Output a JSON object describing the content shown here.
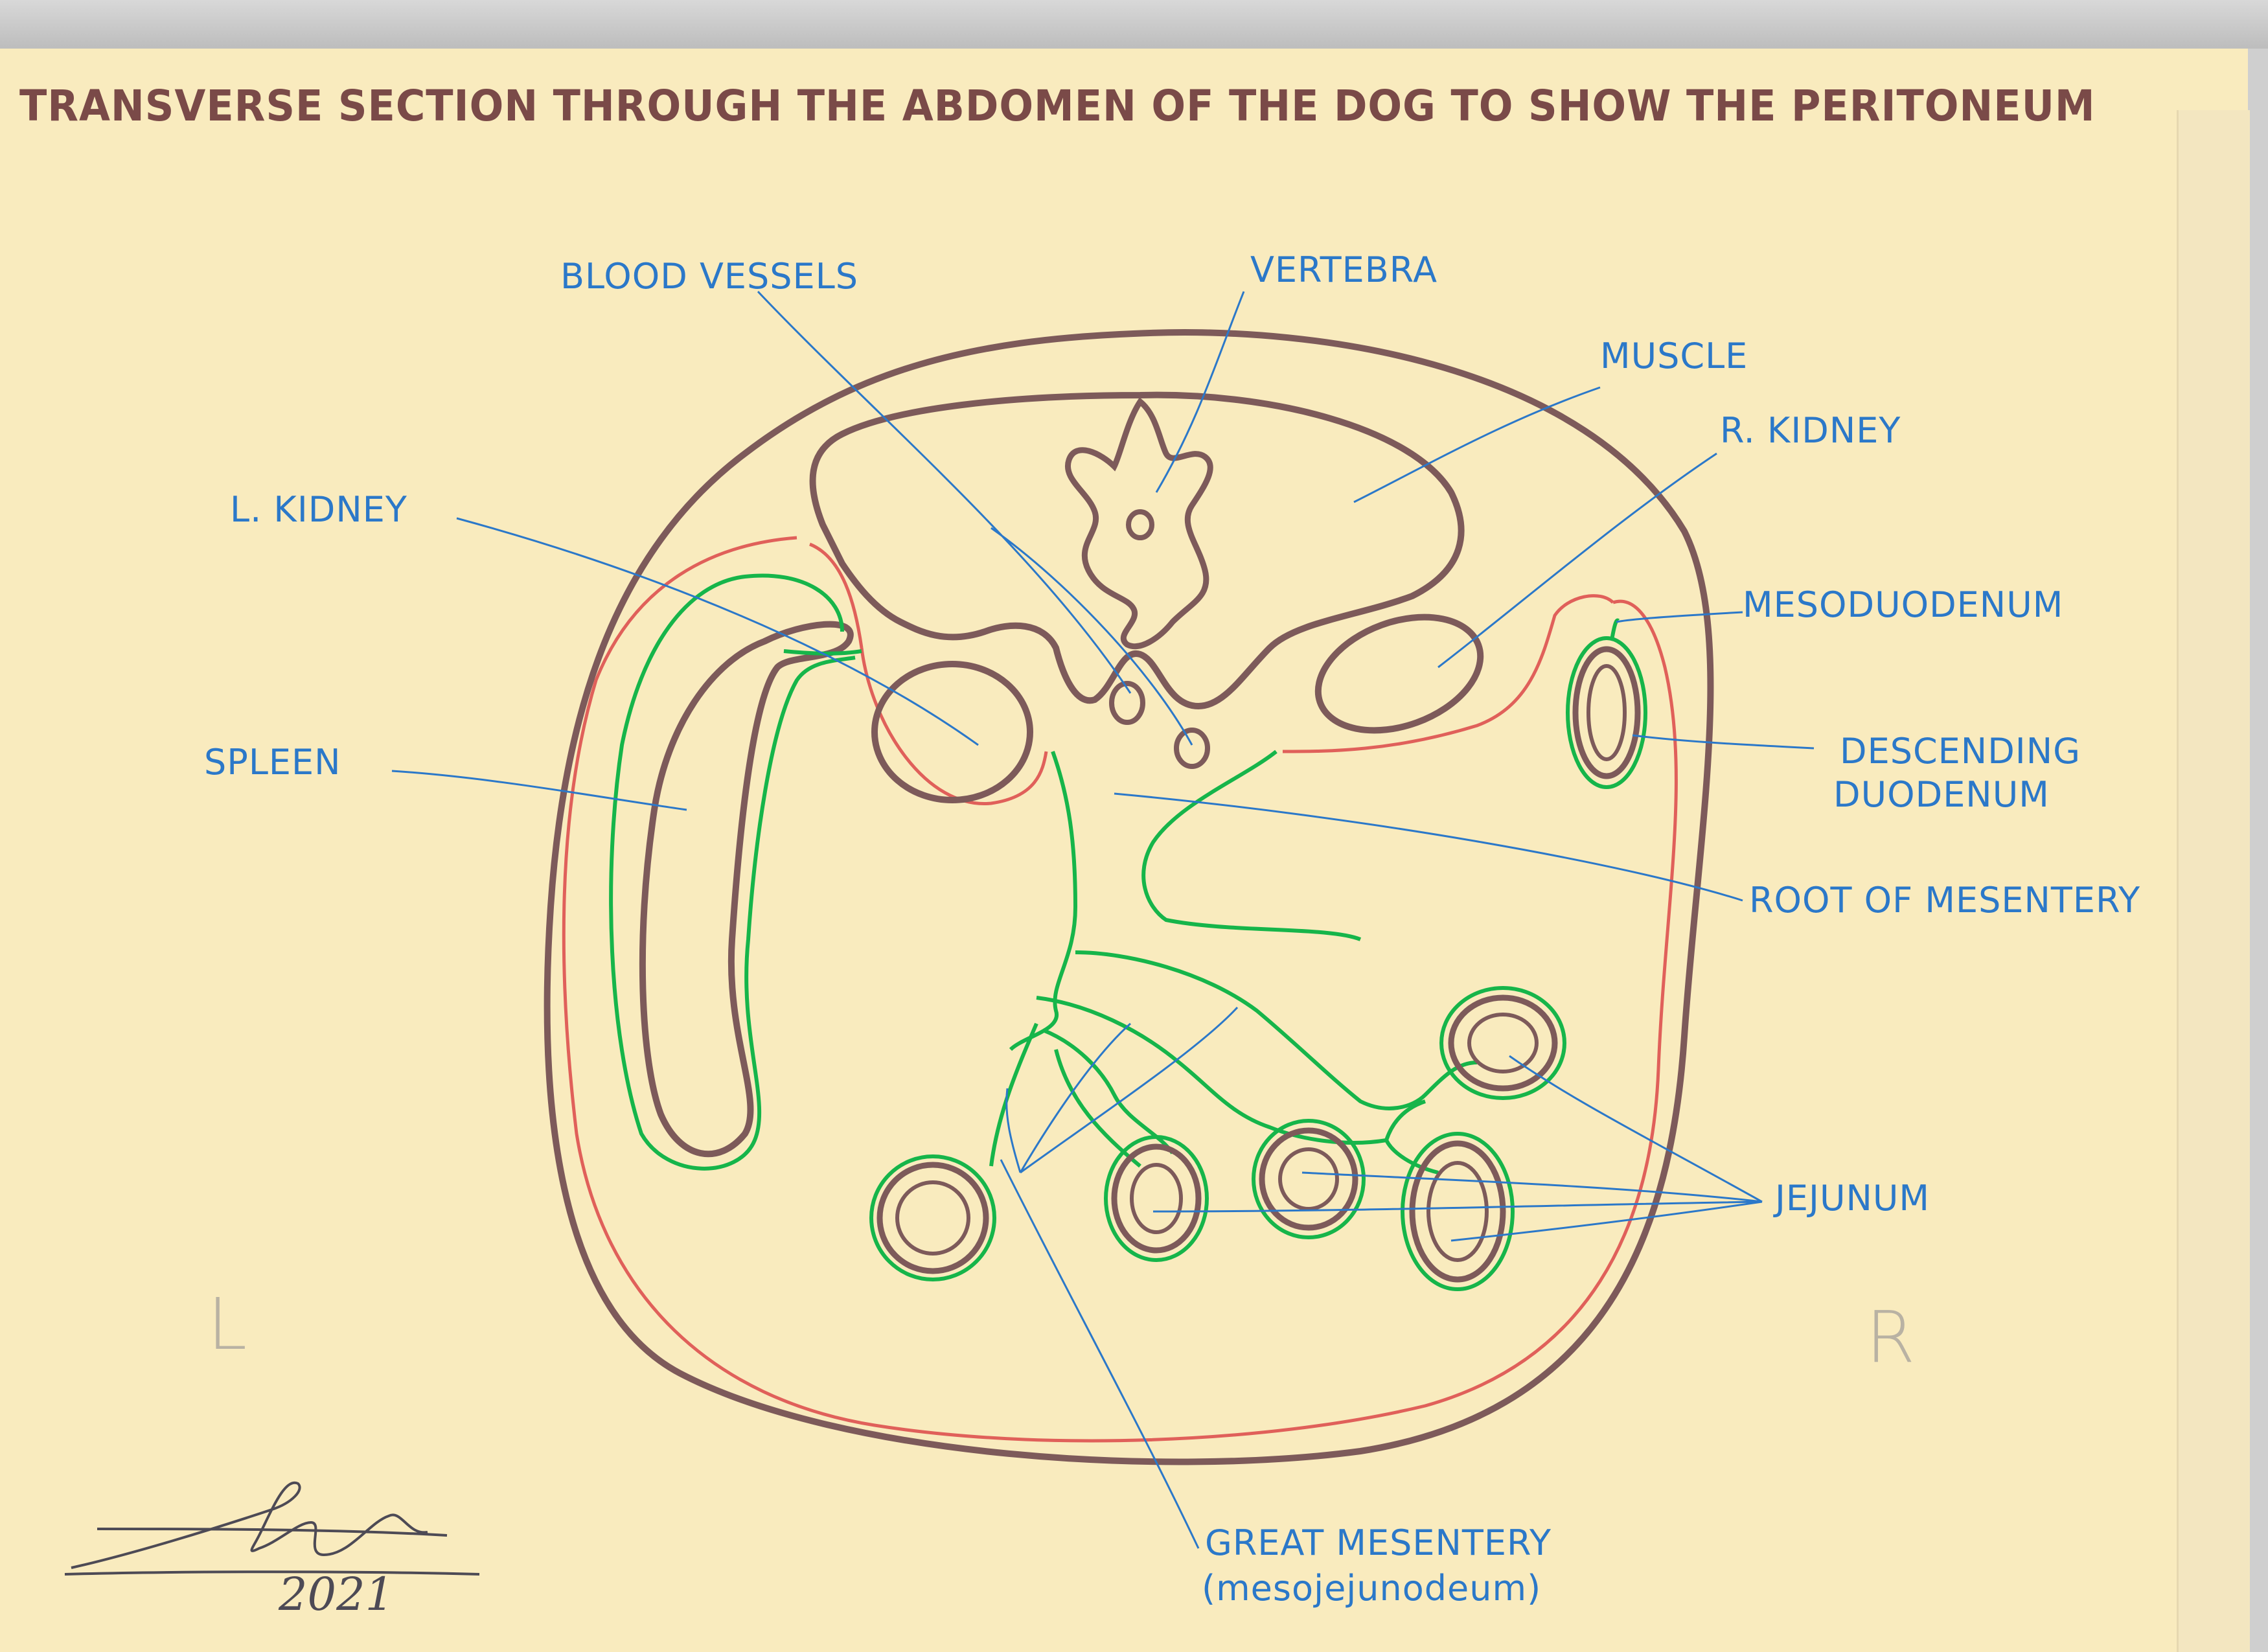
{
  "title": "TRANSVERSE SECTION THROUGH THE ABDOMEN OF THE DOG TO SHOW THE PERITONEUM",
  "labels": {
    "blood_vessels": "BLOOD VESSELS",
    "vertebra": "VERTEBRA",
    "muscle": "MUSCLE",
    "r_kidney": "R. KIDNEY",
    "l_kidney": "L. KIDNEY",
    "mesoduodenum": "MESODUODENUM",
    "spleen": "SPLEEN",
    "descending_duodenum_line1": "DESCENDING",
    "descending_duodenum_line2": "DUODENUM",
    "root_of_mesentery": "ROOT OF MESENTERY",
    "jejunum": "JEJUNUM",
    "great_mesentery_line1": "GREAT MESENTERY",
    "great_mesentery_line2": "(mesojejunodeum)"
  },
  "orientation": {
    "left": "L",
    "right": "R"
  },
  "signature": {
    "year": "2021"
  },
  "colors": {
    "paper": "#f9ebbe",
    "outline_brown": "#7d5a5a",
    "peritoneum_red": "#e0605a",
    "mesentery_green": "#16b54a",
    "label_blue": "#2b78c9",
    "title_brown": "#7a4a48"
  }
}
